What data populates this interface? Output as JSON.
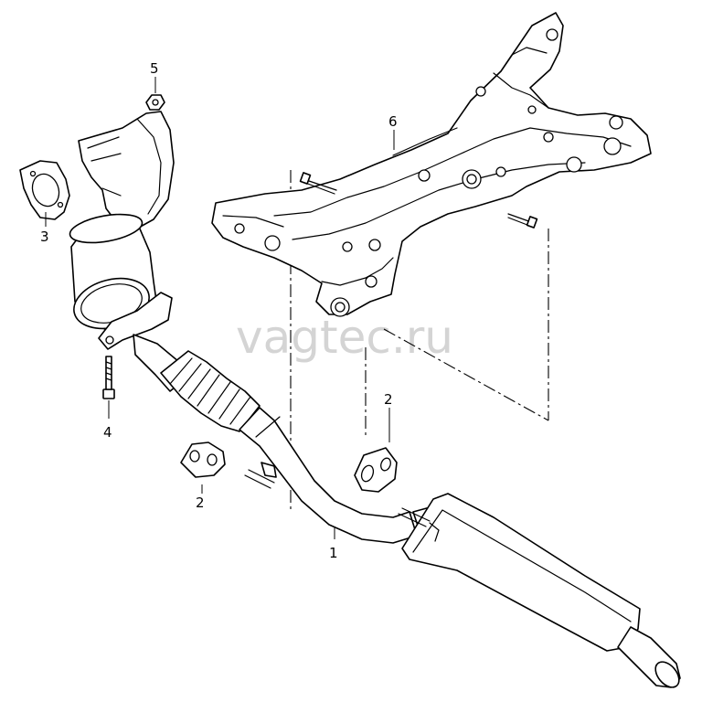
{
  "watermark": "vagtec.ru",
  "callouts": {
    "c1": "1",
    "c2a": "2",
    "c2b": "2",
    "c3": "3",
    "c4": "4",
    "c5": "5",
    "c6": "6"
  },
  "parts": [
    {
      "id": "exhaust-pipe-with-muffler",
      "callout": "1"
    },
    {
      "id": "rubber-mount",
      "callout": "2"
    },
    {
      "id": "gasket",
      "callout": "3"
    },
    {
      "id": "bolt",
      "callout": "4"
    },
    {
      "id": "nut",
      "callout": "5"
    },
    {
      "id": "subframe",
      "callout": "6"
    }
  ]
}
